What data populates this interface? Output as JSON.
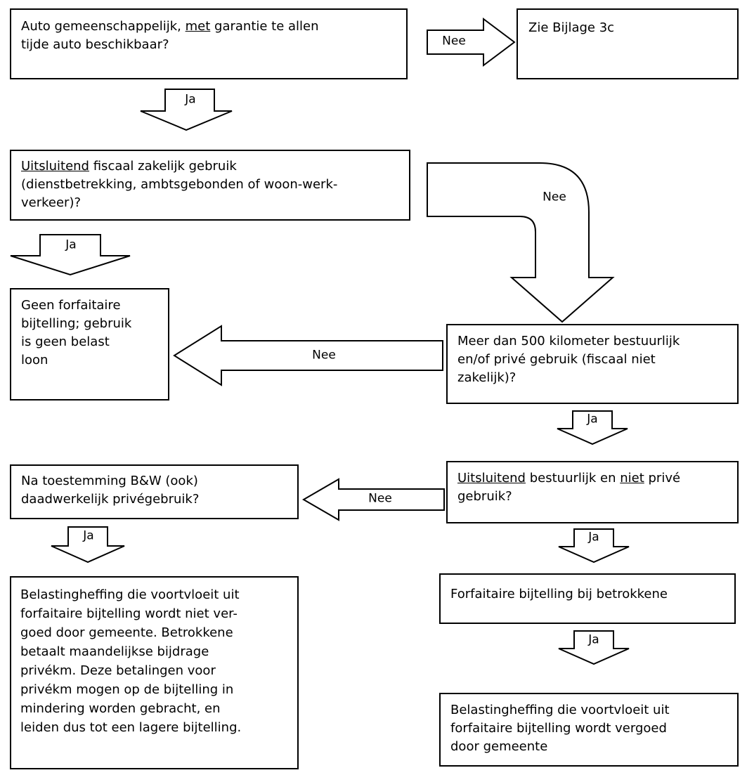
{
  "flowchart": {
    "labels": {
      "ja": "Ja",
      "nee": "Nee"
    },
    "colors": {
      "border": "#000000",
      "background": "#ffffff"
    },
    "nodes": {
      "q1": {
        "pre": "Auto gemeenschappelijk, ",
        "underline": "met",
        "post": " garantie te allen\ntijde auto beschikbaar?"
      },
      "bijlage": {
        "text": "Zie Bijlage 3c"
      },
      "q2": {
        "underline": "Uitsluitend",
        "post": " fiscaal zakelijk gebruik\n(dienstbetrekking, ambtsgebonden of woon-werk-\nverkeer)?"
      },
      "geen": {
        "text": "Geen forfaitaire\nbijtelling; gebruik\nis geen belast\nloon"
      },
      "km500": {
        "text": "Meer dan 500 kilometer bestuurlijk\nen/of privé gebruik (fiscaal niet\nzakelijk)?"
      },
      "q4": {
        "u1": "Uitsluitend",
        "mid": " bestuurlijk en ",
        "u2": "niet",
        "post": " privé\ngebruik?"
      },
      "bw": {
        "text": "Na toestemming B&W (ook)\ndaadwerkelijk privégebruik?"
      },
      "forfaitaire": {
        "text": "Forfaitaire bijtelling bij betrokkene"
      },
      "vergoed": {
        "text": "Belastingheffing die voortvloeit uit\nforfaitaire bijtelling wordt vergoed\ndoor gemeente"
      },
      "niet_vergoed": {
        "text": "Belastingheffing die voortvloeit uit\nforfaitaire bijtelling wordt niet ver-\ngoed door gemeente. Betrokkene\nbetaalt maandelijkse bijdrage\nprivékm. Deze betalingen voor\nprivékm mogen op de bijtelling in\nmindering worden gebracht, en\nleiden dus tot een lagere bijtelling."
      }
    }
  }
}
